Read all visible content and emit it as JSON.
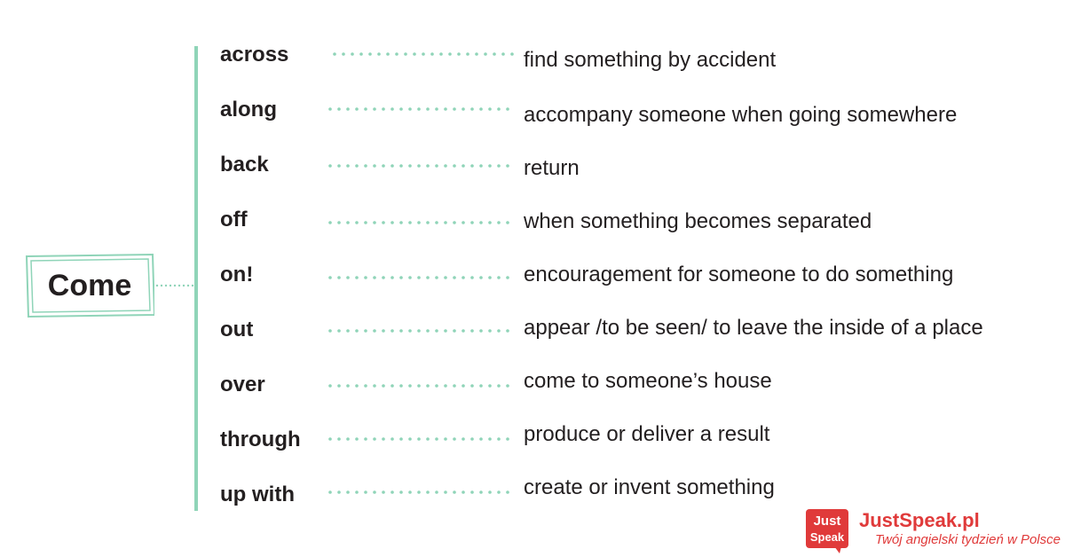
{
  "root": {
    "label": "Come"
  },
  "phrasal_verbs": [
    {
      "particle": "across",
      "meaning": "find something by accident"
    },
    {
      "particle": "along",
      "meaning": "accompany someone when going somewhere"
    },
    {
      "particle": "back",
      "meaning": "return"
    },
    {
      "particle": "off",
      "meaning": "when something becomes separated"
    },
    {
      "particle": "on!",
      "meaning": "encouragement for someone to do something"
    },
    {
      "particle": "out",
      "meaning": "appear /to be seen/ to leave the inside of a place"
    },
    {
      "particle": "over",
      "meaning": "come to someone’s house"
    },
    {
      "particle": "through",
      "meaning": "produce or deliver a result"
    },
    {
      "particle": "up with",
      "meaning": "create or invent something"
    }
  ],
  "brand": {
    "logo_text_top": "Just",
    "logo_text_bottom": "Speak",
    "name": "JustSpeak.pl",
    "tagline": "Twój angielski tydzień w Polsce"
  },
  "colors": {
    "accent": "#8fd4b8",
    "text": "#231f20",
    "brand": "#e03a3a"
  }
}
